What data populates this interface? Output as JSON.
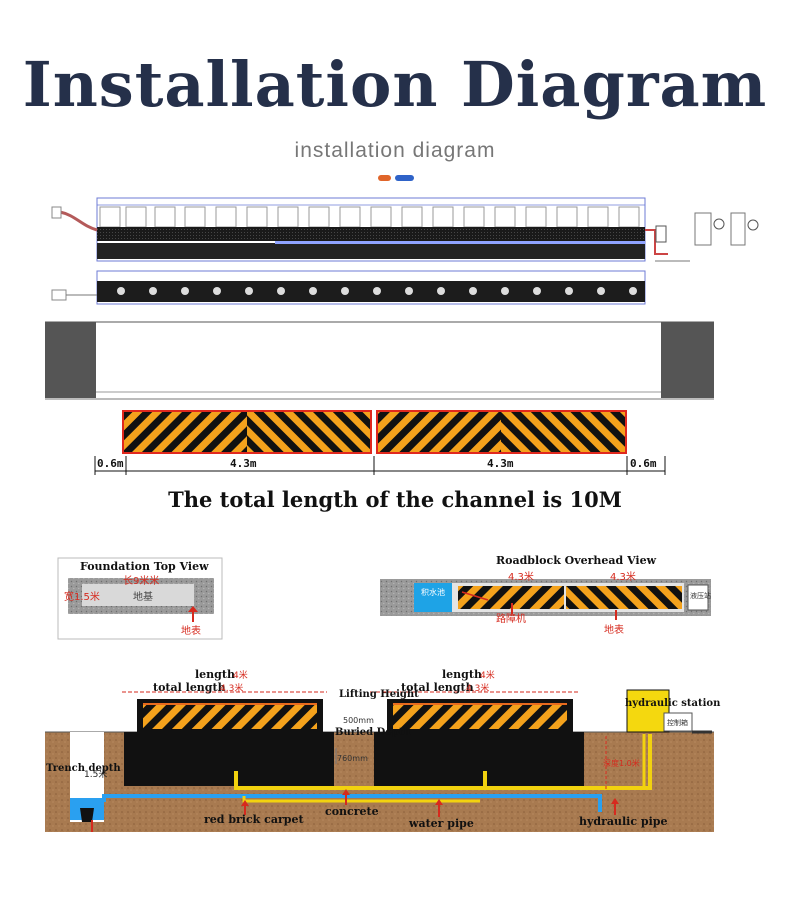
{
  "header": {
    "title": "Installation Diagram",
    "subtitle": "installation diagram",
    "accent_colors": [
      "#e0652a",
      "#2f63c8"
    ]
  },
  "channel": {
    "dim_left": "0.6m",
    "dim_mid1": "4.3m",
    "dim_mid2": "4.3m",
    "dim_right": "0.6m",
    "total_length": "The total length of the channel is 10M"
  },
  "foundation_top_view": {
    "title": "Foundation Top View",
    "length_label": "长9米米",
    "width_label": "宽1.5米",
    "base_label": "地基",
    "surface_label": "地表"
  },
  "roadblock_overhead_view": {
    "title": "Roadblock Overhead View",
    "dim1": "4.3米",
    "dim2": "4.3米",
    "left_box": "积水池",
    "right_box": "液压站",
    "machine_label": "路障机",
    "surface_label": "地表"
  },
  "cross_section": {
    "length1": "length",
    "length1_val": "4米",
    "total1": "total length",
    "total1_val": "4.3米",
    "length2": "length",
    "length2_val": "4米",
    "total2": "total length",
    "total2_val": "4.3米",
    "lifting_height": "Lifting Height",
    "lifting_height_val": "500mm",
    "buried_depth": "Buried Depth",
    "buried_depth_val": "760mm",
    "trench_depth": "Trench depth",
    "trench_depth_val": "1.5米",
    "hydraulic_station": "hydraulic station",
    "control_box": "控制箱",
    "side_dim": "深度1.0米",
    "red_brick": "red brick carpet",
    "concrete": "concrete",
    "water_pipe": "water pipe",
    "hydraulic_pipe": "hydraulic pipe"
  }
}
